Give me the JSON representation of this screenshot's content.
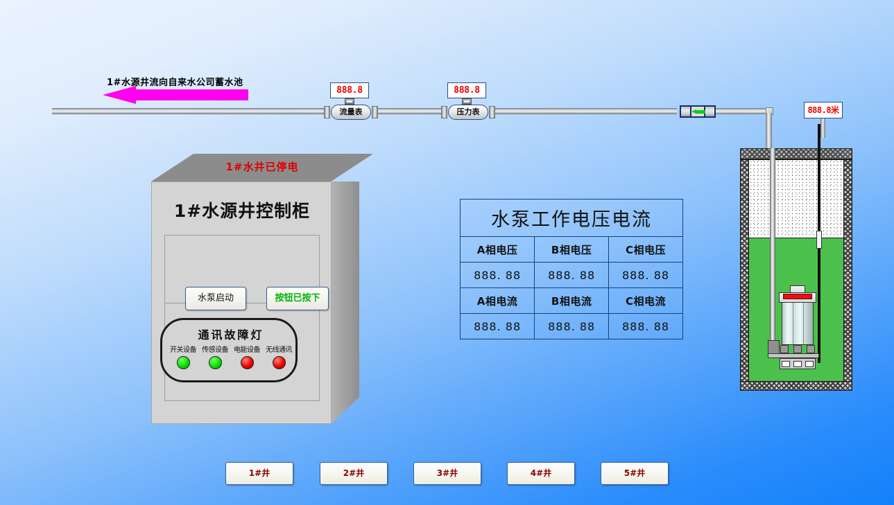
{
  "pipeline": {
    "flow_label": "1#水源井流向自来水公司蓄水池",
    "flow_meter": {
      "name": "流量表",
      "value": "888.8"
    },
    "pressure_meter": {
      "name": "压力表",
      "value": "888.8"
    },
    "valve_name": "valve-open",
    "level_display": "888.8米"
  },
  "cabinet": {
    "status_alarm": "1#水井已停电",
    "title": "1#水源井控制柜",
    "buttons": [
      {
        "label": "水泵启动",
        "state": "normal"
      },
      {
        "label": "按钮已按下",
        "state": "pressed"
      }
    ],
    "alarm_panel": {
      "title": "通讯故障灯",
      "lamps": [
        {
          "label": "开关设备",
          "color": "green"
        },
        {
          "label": "传感设备",
          "color": "green"
        },
        {
          "label": "电能设备",
          "color": "red"
        },
        {
          "label": "无线通讯",
          "color": "red"
        }
      ]
    }
  },
  "table": {
    "title": "水泵工作电压电流",
    "voltage_headers": [
      "A相电压",
      "B相电压",
      "C相电压"
    ],
    "voltage_values": [
      "888. 88",
      "888. 88",
      "888. 88"
    ],
    "current_headers": [
      "A相电流",
      "B相电流",
      "C相电流"
    ],
    "current_values": [
      "888. 88",
      "888. 88",
      "888. 88"
    ]
  },
  "nav": {
    "buttons": [
      "1#井",
      "2#井",
      "3#井",
      "4#井",
      "5#井"
    ]
  },
  "colors": {
    "alarm_red": "#e00000",
    "pressed_green": "#00b400",
    "lamp_green": "#00e000",
    "lamp_red": "#ee0000",
    "water_green": "#4cc04c",
    "flow_arrow": "#ff00f0",
    "nav_text": "#8b0000",
    "table_border": "#16407a"
  }
}
